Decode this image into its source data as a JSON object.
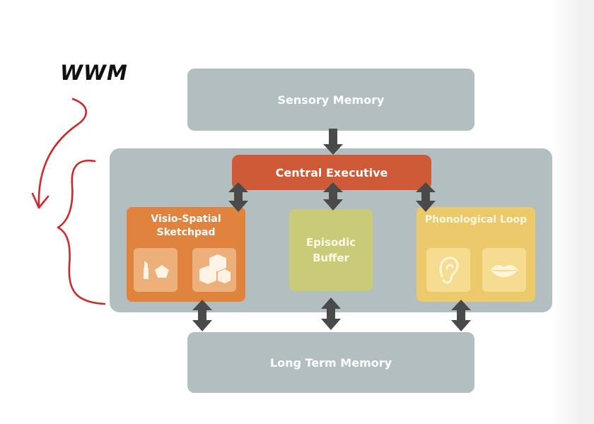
{
  "annotation": {
    "label": "WWM",
    "stroke_color": "#cc2a2a",
    "marks": [
      "curved-arrow",
      "curly-brace"
    ]
  },
  "diagram": {
    "sensory_memory": "Sensory Memory",
    "central_executive": "Central Executive",
    "visio_spatial_sketchpad": {
      "label": "Visio-Spatial\nSketchpad",
      "icons": [
        "lipstick-icon",
        "pentagon-icon",
        "blocks-icon"
      ]
    },
    "episodic_buffer": "Episodic\nBuffer",
    "phonological_loop": {
      "label": "Phonological Loop",
      "icons": [
        "ear-icon",
        "lips-icon"
      ]
    },
    "long_term_memory": "Long Term Memory"
  },
  "colors": {
    "memory_box": "#b2bec0",
    "central_executive": "#cf5a38",
    "visio_spatial": "#e0833f",
    "episodic": "#c9cb78",
    "phonological": "#ecc96a",
    "arrow": "#4a4a4a"
  }
}
